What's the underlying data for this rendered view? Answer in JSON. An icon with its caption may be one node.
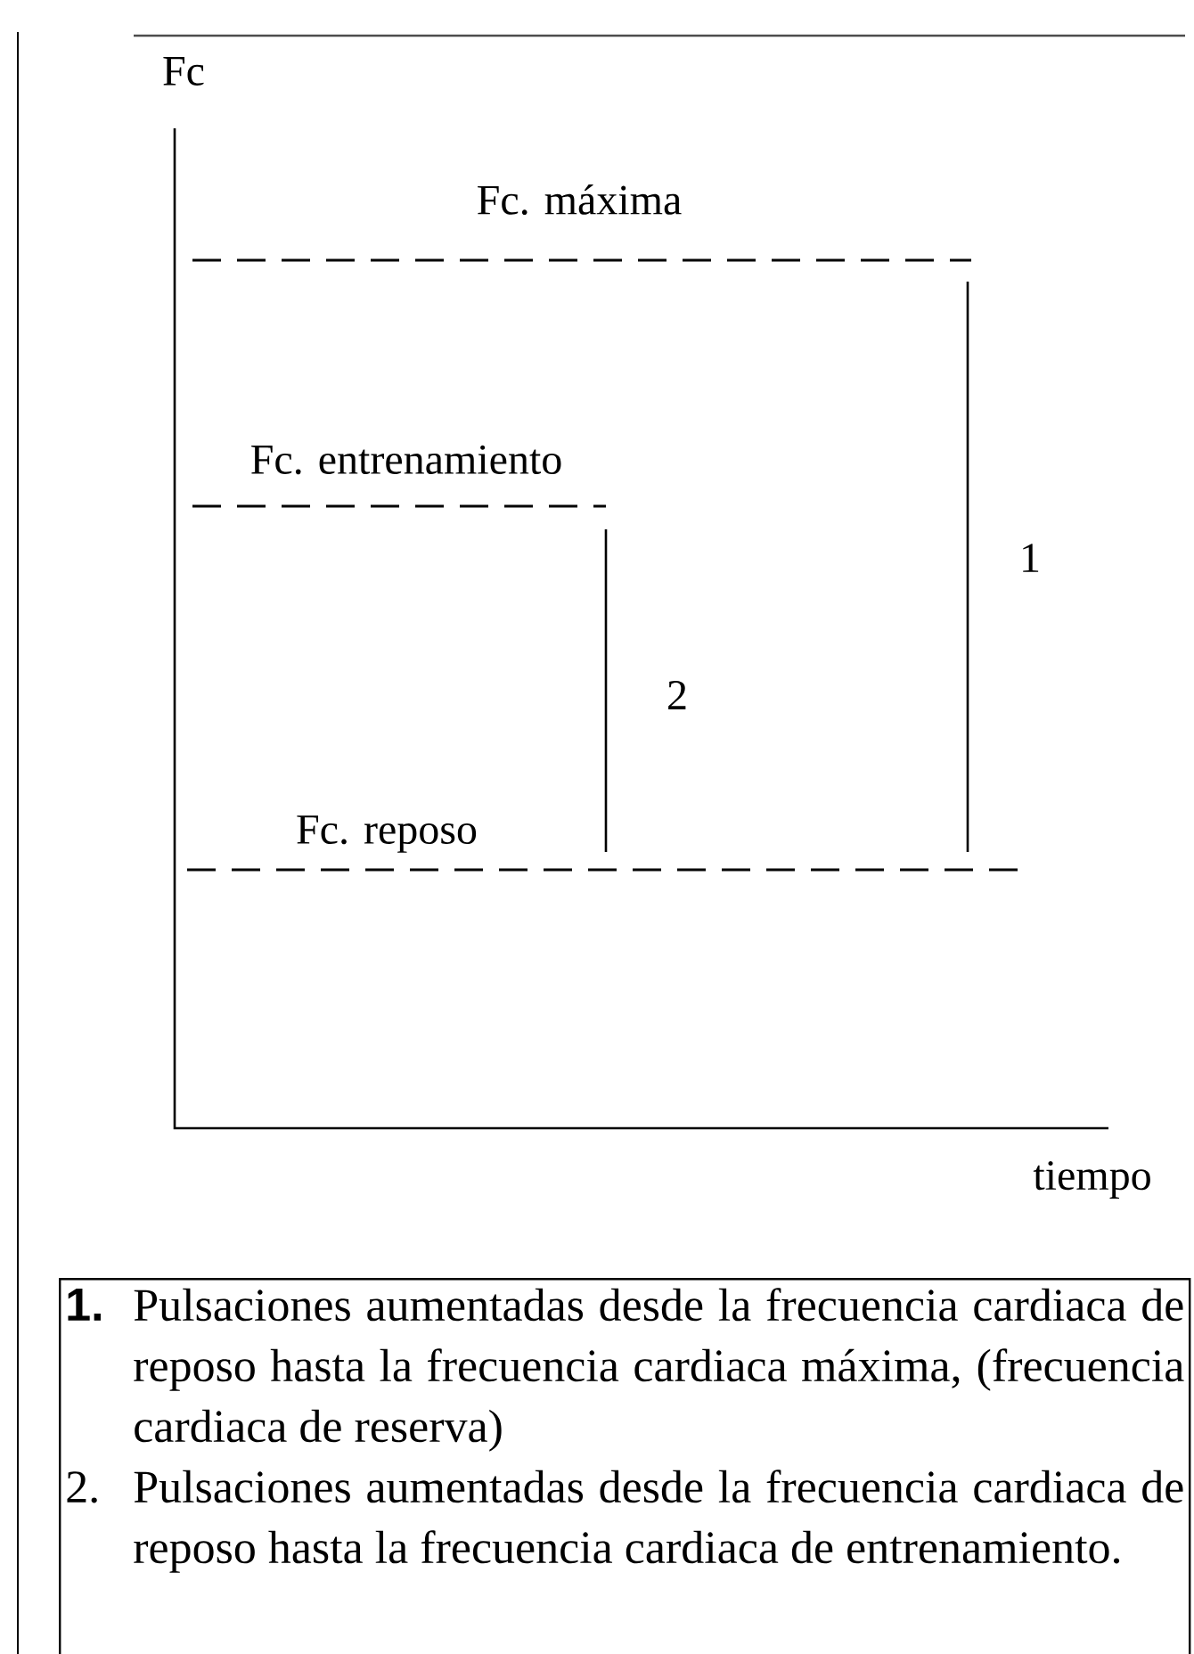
{
  "diagram": {
    "nodes": [
      {
        "text": [
          "1.",
          "Pulsaciones aumentadas desde la frecuencia cardiaca de reposo hasta la frecuencia cardiaca máxima, (frecuencia cardiaca de reserva)",
          "2.",
          "Pulsaciones aumentadas desde la frecuencia cardiaca de reposo hasta la frecuencia cardiaca de entrenamiento."
        ]
      }
    ],
    "labels": [
      "Fc",
      "Fc. máxima",
      "Fc. entrenamiento",
      "1",
      "2",
      "Fc. reposo",
      "tiempo"
    ]
  }
}
